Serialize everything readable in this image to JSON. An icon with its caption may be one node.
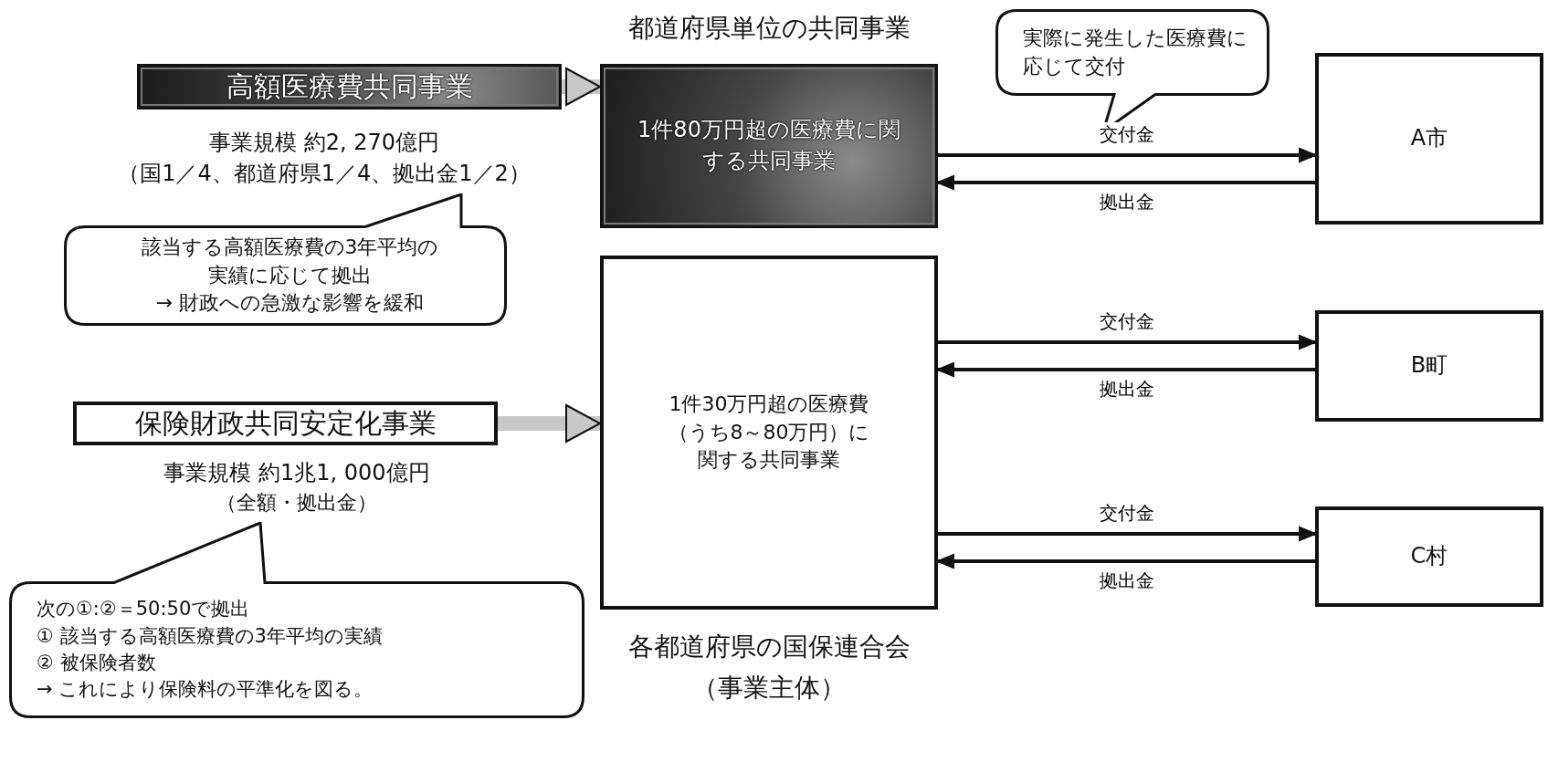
{
  "diagram": {
    "nodes": [
      {
        "text": [
          "高額医療費共同事業"
        ]
      },
      {
        "text": [
          "保険財政共同安定化事業"
        ]
      },
      {
        "text": [
          "1件80万円超の医療費に関する共同事業"
        ]
      },
      {
        "text": [
          "1件30万円超の医療費（うち8～80万円）に関する共同事業"
        ]
      },
      {
        "text": [
          "A市"
        ]
      },
      {
        "text": [
          "B町"
        ]
      },
      {
        "text": [
          "C村"
        ]
      },
      {
        "text": [
          "該当する高額医療費の3年平均の実績に応じて拠出",
          "→ 財政への急激な影響を緩和"
        ]
      },
      {
        "text": [
          "次の①:②＝50:50で拠出",
          "① 該当する高額医療費の3年平均の実績",
          "② 被保険者数",
          "→ これにより保険料の平準化を図る。"
        ]
      },
      {
        "text": [
          "実際に発生した医療費に応じて交付"
        ]
      }
    ],
    "edges": [
      {
        "from": 0,
        "to": 2,
        "arrow": "to",
        "style": "thick",
        "color": "#c8c8c8"
      },
      {
        "from": 1,
        "to": 3,
        "arrow": "to",
        "style": "thick",
        "color": "#c8c8c8"
      },
      {
        "from": 2,
        "to": 4,
        "arrow": "to",
        "label": "交付金"
      },
      {
        "from": 4,
        "to": 2,
        "arrow": "to",
        "label": "拠出金"
      },
      {
        "from": 3,
        "to": 5,
        "arrow": "to",
        "label": "交付金"
      },
      {
        "from": 5,
        "to": 3,
        "arrow": "to",
        "label": "拠出金"
      },
      {
        "from": 3,
        "to": 6,
        "arrow": "to",
        "label": "交付金"
      },
      {
        "from": 6,
        "to": 3,
        "arrow": "to",
        "label": "拠出金"
      }
    ],
    "labels": [
      "都道府県単位の共同事業",
      "事業規模 約2, 270億円",
      "（国1／4、都道府県1／4、拠出金1／2）",
      "事業規模 約1兆1, 000億円",
      "（全額・拠出金）",
      "各都道府県の国保連合会",
      "（事業主体）"
    ]
  }
}
